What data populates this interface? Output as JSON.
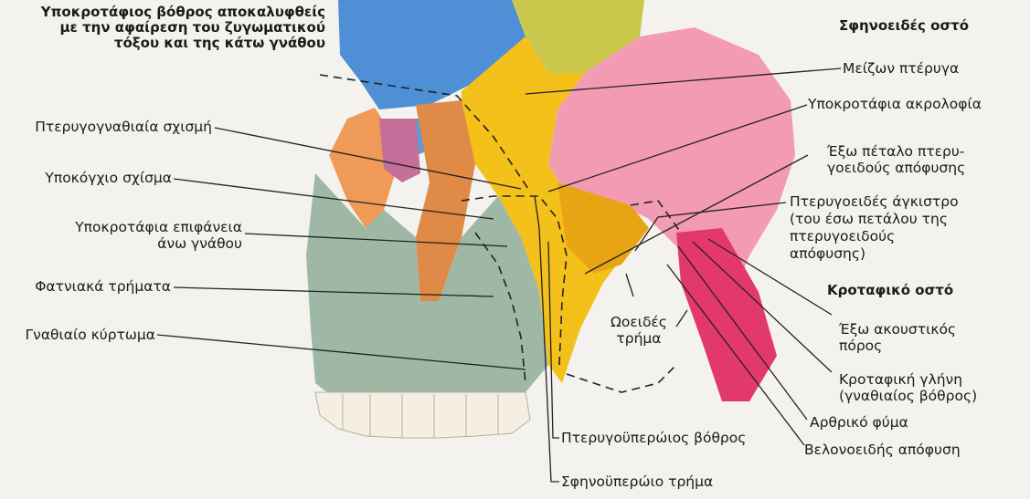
{
  "colors": {
    "background": "#f4f2ee",
    "occipital_blue": "#4f8fd6",
    "sphenoid_yellow": "#f4c11a",
    "temporal_pink": "#f29bb2",
    "maxilla_green": "#9fb8a5",
    "zygomatic_orange": "#ef9a57",
    "palatine_pink": "#e3386e",
    "parietal_green": "#c9c84c",
    "teeth": "#f4efe2"
  },
  "header": {
    "text": "Υποκροτάφιος βόθρος αποκαλυφθείς\nμε την αφαίρεση του ζυγωματικού\nτόξου και της κάτω γνάθου"
  },
  "sphenoid": {
    "title": "Σφηνοειδές οστό"
  },
  "temporal": {
    "title": "Κροταφικό οστό"
  },
  "labels": {
    "greater_wing": "Μείζων πτέρυγα",
    "infratemporal_crest": "Υποκροτάφια ακρολοφία",
    "lateral_plate": "Έξω πέταλο πτερυ-\nγοειδούς απόφυσης",
    "pterygoid_hamulus": "Πτερυγοειδές άγκιστρο\n(του έσω πετάλου της\nπτερυγοειδούς\nαπόφυσης)",
    "external_acoustic": "Έξω ακουστικός\nπόρος",
    "mandibular_fossa": "Κροταφική γλήνη\n(γναθιαίος βόθρος)",
    "articular_tubercle": "Αρθρικό φύμα",
    "styloid_process": "Βελονοειδής απόφυση",
    "foramen_ovale": "Ωοειδές\nτρήμα",
    "pterygopalatine_fossa": "Πτερυγοϋπερώιος βόθρος",
    "sphenopalatine_foramen": "Σφηνοϋπερώιο τρήμα",
    "pterygomaxillary_fissure": "Πτερυγογναθιαία σχισμή",
    "infraorbital_fissure": "Υποκόγχιο σχίσμα",
    "infratemporal_surface": "Υποκροτάφια επιφάνεια\nάνω γνάθου",
    "alveolar_foramina": "Φατνιακά τρήματα",
    "maxillary_tuberosity": "Γναθιαίο κύρτωμα"
  }
}
